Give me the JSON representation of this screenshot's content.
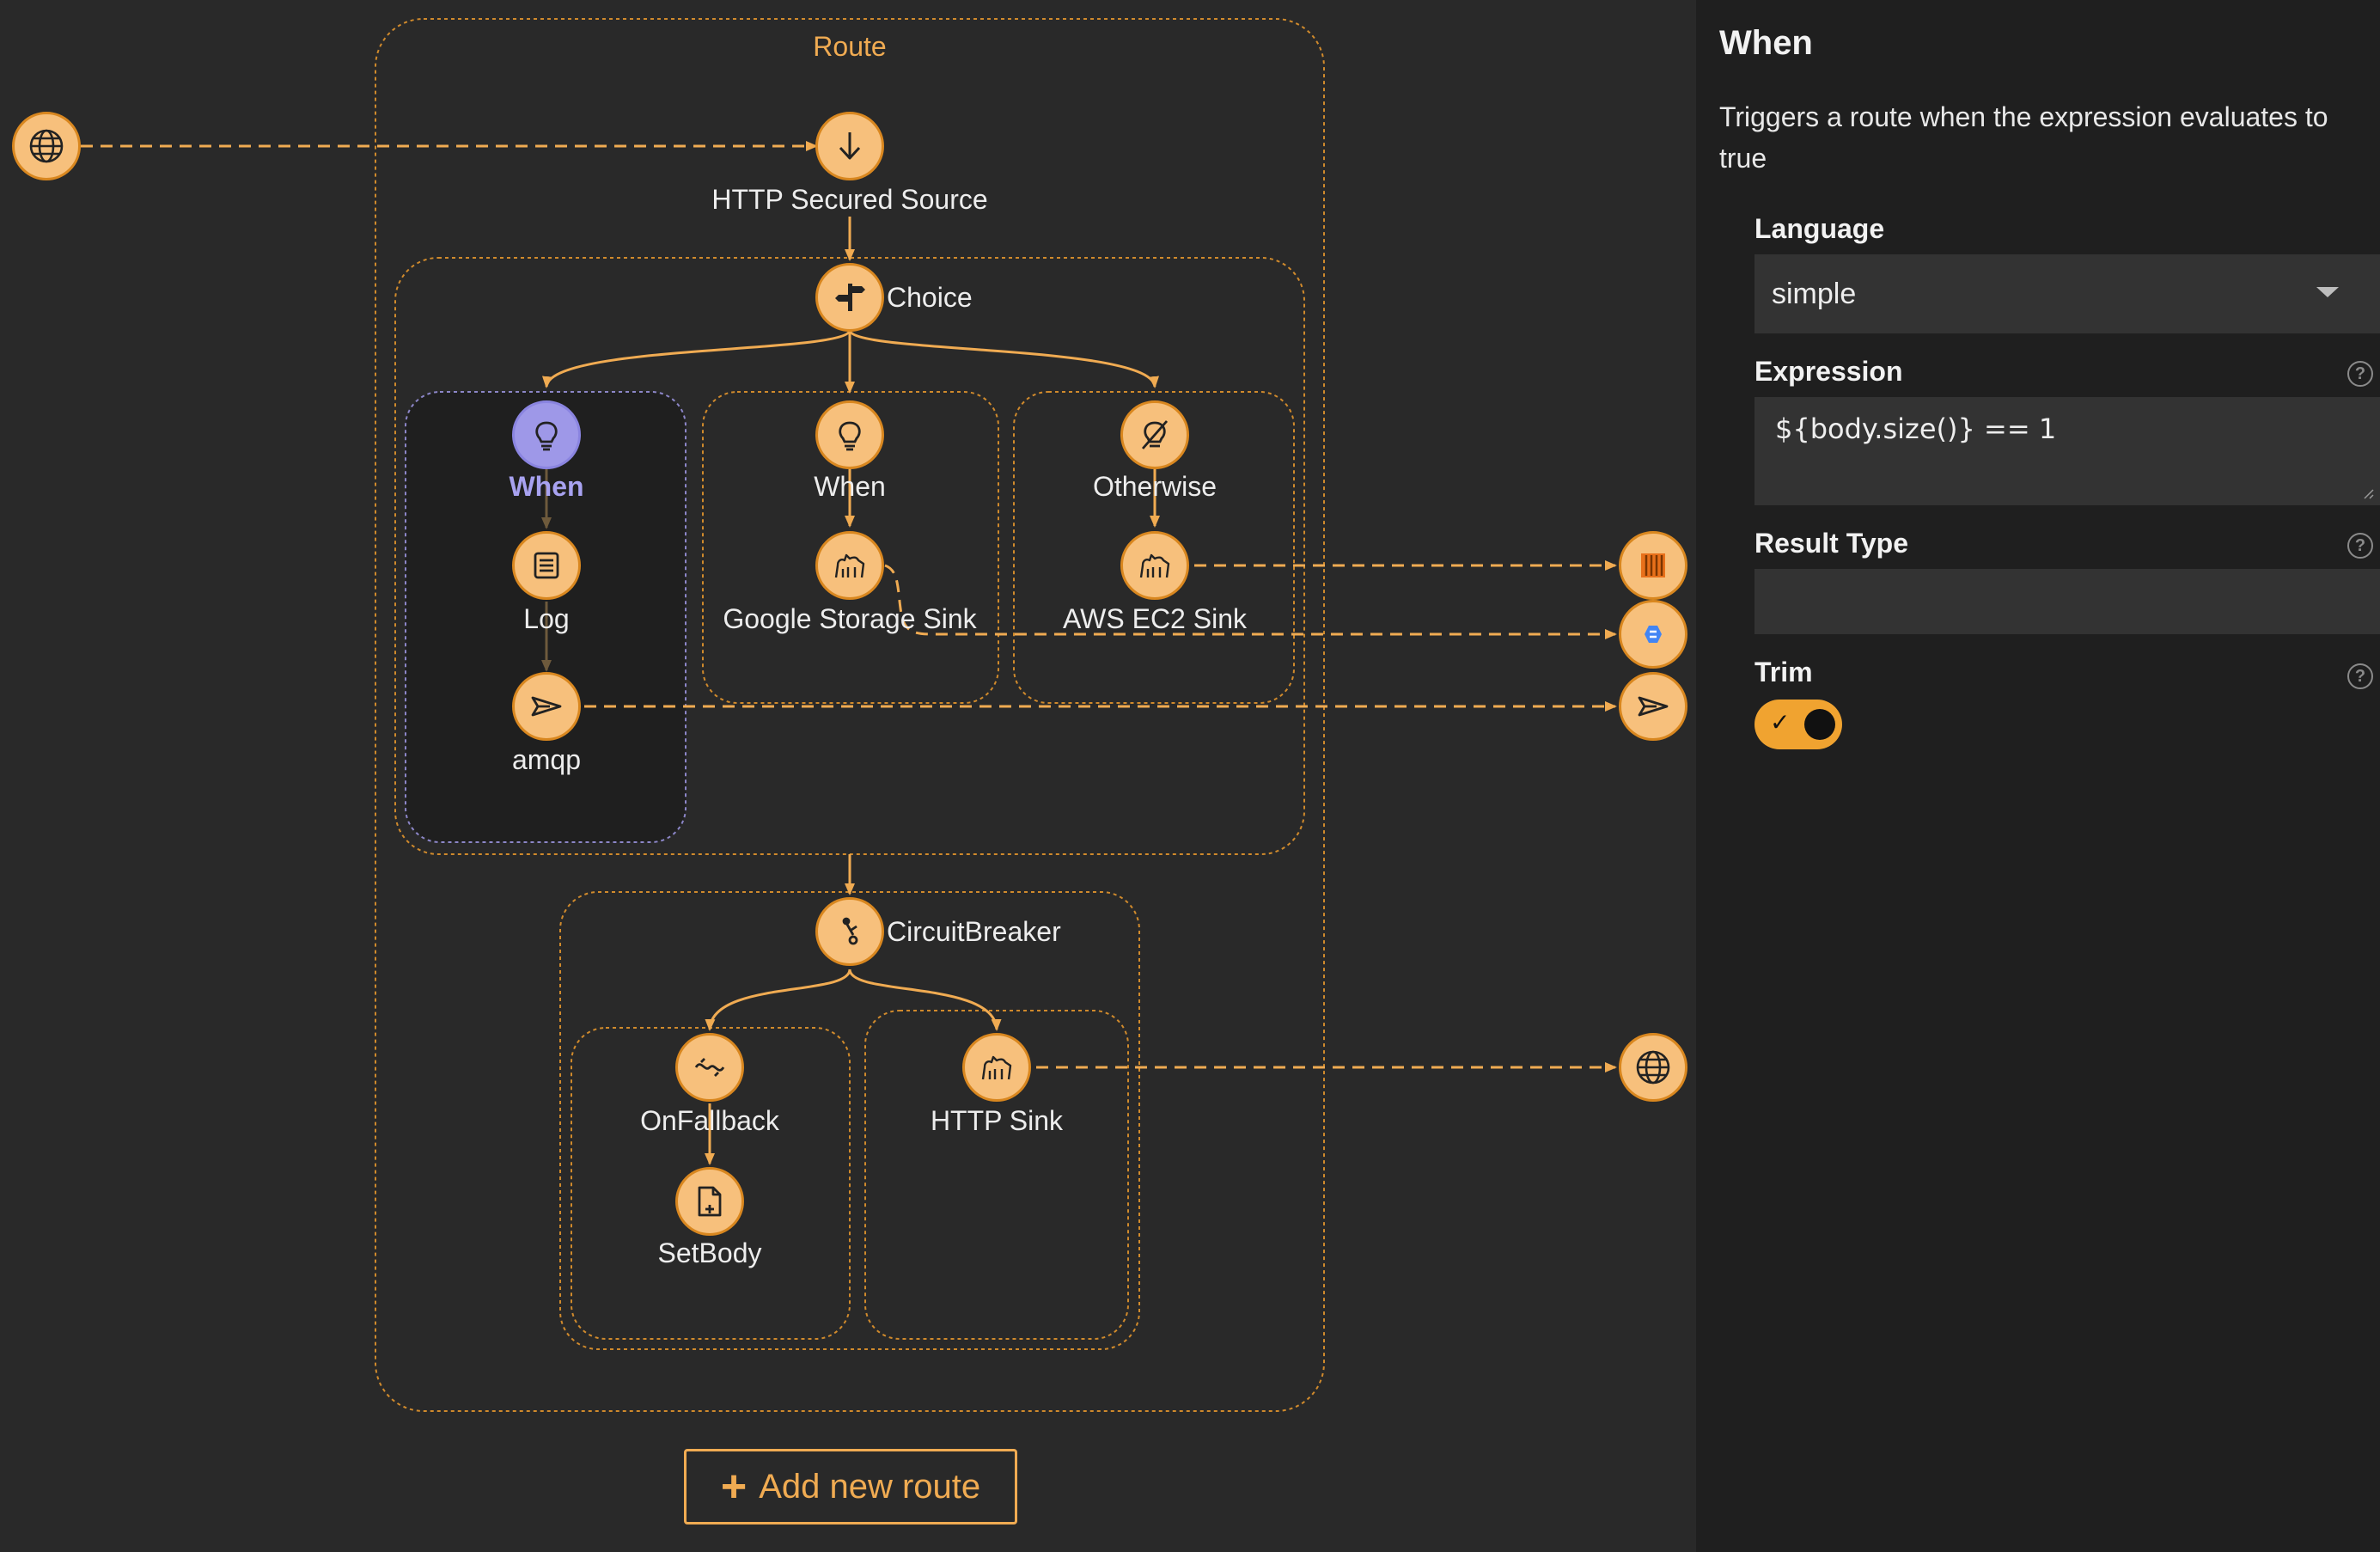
{
  "canvas": {
    "route_title": "Route",
    "source_label": "HTTP Secured Source",
    "choice_label": "Choice",
    "when_selected_label": "When",
    "log_label": "Log",
    "amqp_label": "amqp",
    "when2_label": "When",
    "google_storage_label": "Google Storage Sink",
    "otherwise_label": "Otherwise",
    "aws_ec2_label": "AWS EC2 Sink",
    "circuit_breaker_label": "CircuitBreaker",
    "onfallback_label": "OnFallback",
    "setbody_label": "SetBody",
    "http_sink_label": "HTTP Sink",
    "add_route_label": "Add new route"
  },
  "panel": {
    "title": "When",
    "description": "Triggers a route when the expression evaluates to true",
    "language_label": "Language",
    "language_value": "simple",
    "expression_label": "Expression",
    "expression_value": "${body.size()} == 1",
    "result_type_label": "Result Type",
    "result_type_value": "",
    "trim_label": "Trim",
    "trim_on": true
  },
  "colors": {
    "accent": "#f0ab52",
    "node_fill": "#f7c07c",
    "selected": "#9e98e8",
    "panel_bg": "#1f1f1f",
    "canvas_bg": "#292929"
  }
}
